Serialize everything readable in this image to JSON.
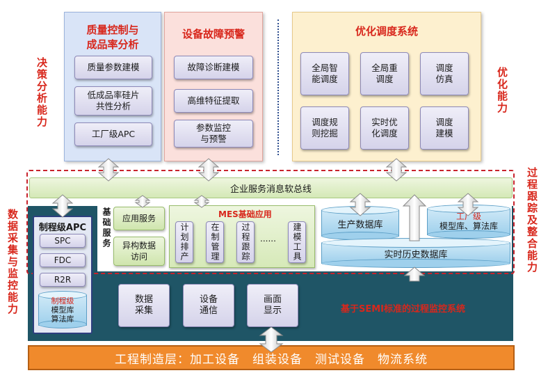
{
  "side_labels": {
    "decision": "决策分析能力",
    "optimize": "优化能力",
    "process": "过程跟踪及整合能力",
    "data_collect": "数据采集与监控能力"
  },
  "quality_panel": {
    "title_line1": "质量控制与",
    "title_line2": "成品率分析",
    "items": [
      "质量参数建模",
      "低成品率硅片\n共性分析",
      "工厂级APC"
    ]
  },
  "fault_panel": {
    "title": "设备故障预警",
    "items": [
      "故障诊断建模",
      "高维特征提取",
      "参数监控\n与预警"
    ]
  },
  "optimize_panel": {
    "title": "优化调度系统",
    "items": [
      "全局智\n能调度",
      "全局重\n调度",
      "调度\n仿真",
      "调度规\n则挖掘",
      "实时优\n化调度",
      "调度\n建模"
    ]
  },
  "esb": "企业服务消息软总线",
  "apc_panel": {
    "title": "制程级APC",
    "items": [
      "SPC",
      "FDC",
      "R2R"
    ],
    "db_line1": "制程级",
    "db_line2": "模型库",
    "db_line3": "算法库"
  },
  "basic_service": {
    "label": "基础服务",
    "items": [
      "应用服务",
      "异构数据\n访问"
    ]
  },
  "mes": {
    "title": "MES基础应用",
    "items": [
      "计划排产",
      "在制管理",
      "过程跟踪",
      "......",
      "建模工具"
    ]
  },
  "databases": {
    "production": "生产数据库",
    "factory_line1": "工厂级",
    "factory_line2": "模型库、算法库",
    "realtime": "实时历史数据库"
  },
  "collect_items": [
    "数据\n采集",
    "设备\n通信",
    "画面\n显示"
  ],
  "monitor_system": "基于SEMI标准的过程监控系统",
  "bottom_bar": "工程制造层：加工设备　组装设备　测试设备　物流系统",
  "colors": {
    "quality_bg": "#d9e4f7",
    "fault_bg": "#fbe0dc",
    "optimize_bg": "#fdf0cf",
    "esb_bg": "#e4f0cf",
    "dark_band": "#1f5566",
    "bottom_bar": "#f08a2c",
    "title_red": "#d8271c",
    "dash_red": "#c8232c"
  }
}
